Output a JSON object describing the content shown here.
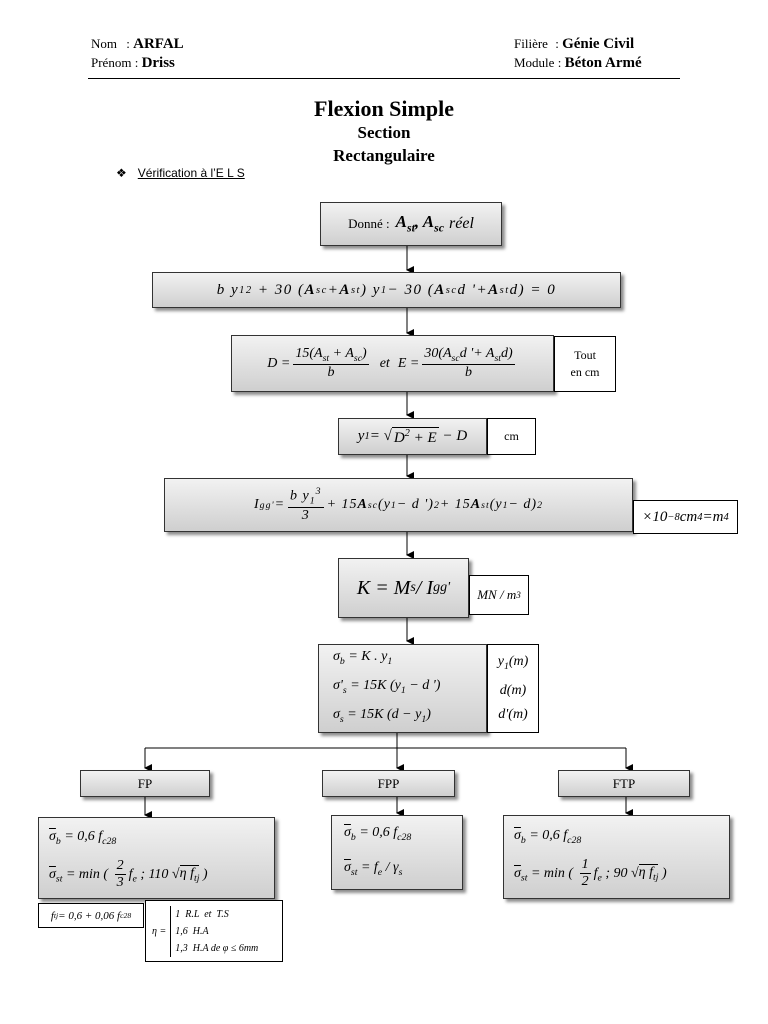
{
  "header": {
    "nom_label": "Nom",
    "nom_value": "ARFAL",
    "prenom_label": "Prénom :",
    "prenom_value": "Driss",
    "filiere_label": "Filière",
    "filiere_value": "Génie Civil",
    "module_label": "Module :",
    "module_value": "Béton Armé"
  },
  "titles": {
    "main": "Flexion Simple",
    "sub1": "Section",
    "sub2": "Rectangulaire"
  },
  "bullet": {
    "symbol": "❖",
    "text": "Vérification à l’E L S"
  },
  "units": {
    "tout_en_cm_line1": "Tout",
    "tout_en_cm_line2": "en cm",
    "cm": "cm"
  },
  "branches": {
    "fp": "FP",
    "fpp": "FPP",
    "ftp": "FTP"
  },
  "box_labels": {
    "donne": "Donné :",
    "reel": "réel",
    "et": "et"
  }
}
